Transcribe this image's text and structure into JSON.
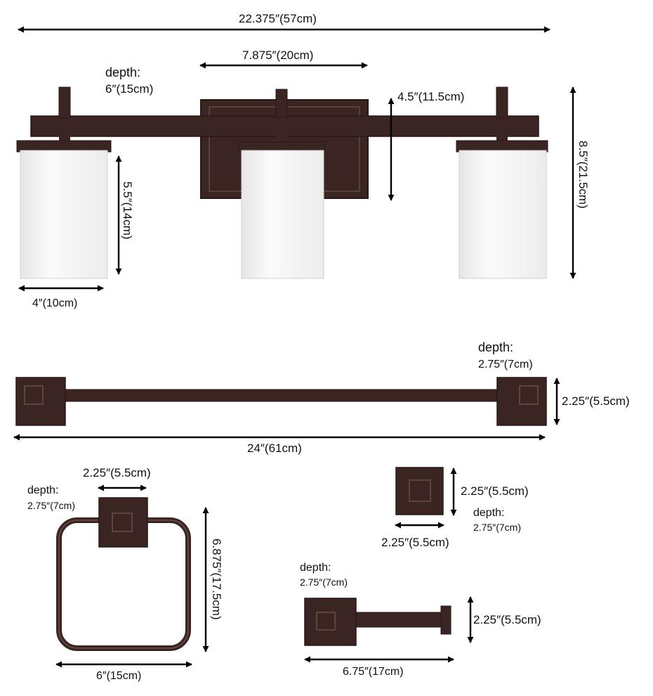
{
  "colors": {
    "bronze": "#3b2522",
    "bronze_dark": "#2a1816",
    "bronze_edge": "#4d3431",
    "glass": "#f4f4f4",
    "glass_edge": "#d6d6d6",
    "arrow": "#000000"
  },
  "vanity_light": {
    "overall_width": "22.375″(57cm)",
    "backplate_width": "7.875″(20cm)",
    "depth_label": "depth:",
    "depth_value": "6″(15cm)",
    "backplate_height": "4.5″(11.5cm)",
    "overall_height": "8.5″(21.5cm)",
    "shade_height": "5.5″(14cm)",
    "shade_width": "4″(10cm)"
  },
  "towel_bar": {
    "depth_label": "depth:",
    "depth_value": "2.75″(7cm)",
    "plate_height": "2.25″(5.5cm)",
    "length": "24″(61cm)"
  },
  "towel_ring": {
    "depth_label": "depth:",
    "depth_value": "2.75″(7cm)",
    "plate_width": "2.25″(5.5cm)",
    "height": "6.875″(17.5cm)",
    "width": "6″(15cm)"
  },
  "robe_hook": {
    "height": "2.25″(5.5cm)",
    "width": "2.25″(5.5cm)",
    "depth_label": "depth:",
    "depth_value": "2.75″(7cm)"
  },
  "paper_holder": {
    "depth_label": "depth:",
    "depth_value": "2.75″(7cm)",
    "height": "2.25″(5.5cm)",
    "length": "6.75″(17cm)"
  }
}
